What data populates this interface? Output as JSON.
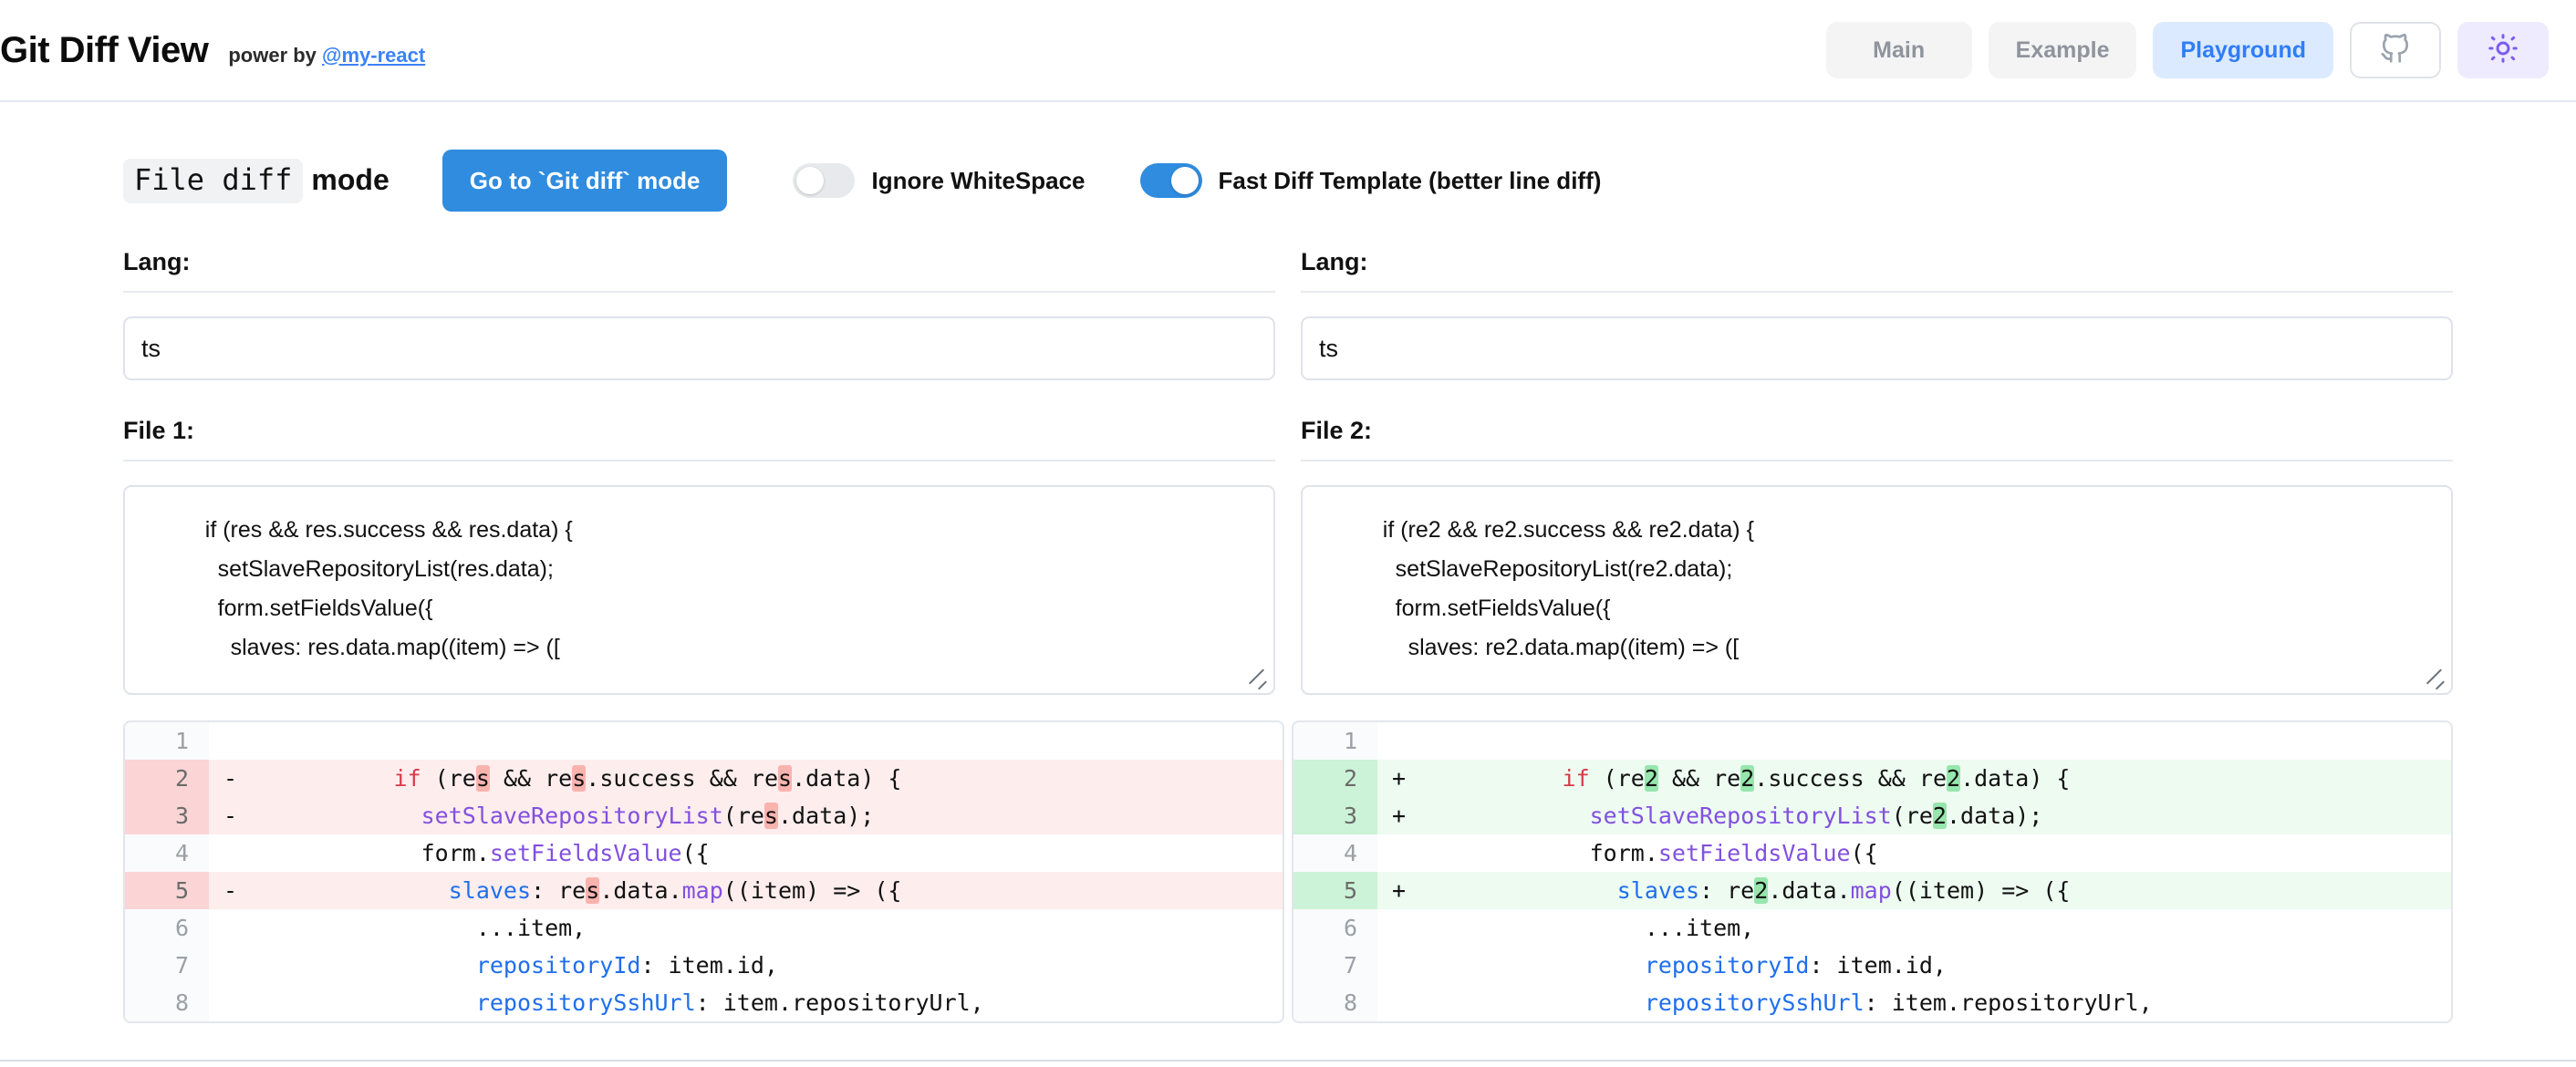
{
  "header": {
    "title": "Git Diff View",
    "power_by_text": "power by",
    "power_by_link": "@my-react",
    "nav": [
      {
        "label": "Main",
        "active": false,
        "name": "nav-main"
      },
      {
        "label": "Example",
        "active": false,
        "name": "nav-example"
      },
      {
        "label": "Playground",
        "active": true,
        "name": "nav-playground"
      }
    ],
    "github_icon": "github-icon",
    "theme_icon": "sun-icon",
    "accent_active_bg": "#dbeafe",
    "accent_active_fg": "#2f7df6",
    "theme_icon_color": "#7c5cf0"
  },
  "toolbar": {
    "mode_chip": "File diff",
    "mode_word": "mode",
    "switch_mode_button": "Go to `Git diff` mode",
    "toggles": [
      {
        "label": "Ignore WhiteSpace",
        "on": false,
        "name": "toggle-ignore-whitespace"
      },
      {
        "label": "Fast Diff Template (better line diff)",
        "on": true,
        "name": "toggle-fast-diff-template"
      }
    ]
  },
  "editors": {
    "left": {
      "lang_label": "Lang:",
      "lang_value": "ts",
      "file_label": "File 1:",
      "file_content": "    if (res && res.success && res.data) {\n      setSlaveRepositoryList(res.data);\n      form.setFieldsValue({\n        slaves: res.data.map((item) => (["
    },
    "right": {
      "lang_label": "Lang:",
      "lang_value": "ts",
      "file_label": "File 2:",
      "file_content": "    if (re2 && re2.success && re2.data) {\n      setSlaveRepositoryList(re2.data);\n      form.setFieldsValue({\n        slaves: re2.data.map((item) => (["
    }
  },
  "diff": {
    "left": {
      "lines": [
        {
          "num": "1",
          "sign": "",
          "type": "ctx",
          "tokens": []
        },
        {
          "num": "2",
          "sign": "-",
          "type": "del",
          "tokens": [
            {
              "t": "          ",
              "c": "pln"
            },
            {
              "t": "if",
              "c": "kw"
            },
            {
              "t": " (re",
              "c": "pln"
            },
            {
              "t": "s",
              "c": "pln",
              "hl": true
            },
            {
              "t": " && re",
              "c": "pln"
            },
            {
              "t": "s",
              "c": "pln",
              "hl": true
            },
            {
              "t": ".success && re",
              "c": "pln"
            },
            {
              "t": "s",
              "c": "pln",
              "hl": true
            },
            {
              "t": ".data) {",
              "c": "pln"
            }
          ]
        },
        {
          "num": "3",
          "sign": "-",
          "type": "del",
          "tokens": [
            {
              "t": "            ",
              "c": "pln"
            },
            {
              "t": "setSlaveRepositoryList",
              "c": "fn"
            },
            {
              "t": "(re",
              "c": "pln"
            },
            {
              "t": "s",
              "c": "pln",
              "hl": true
            },
            {
              "t": ".data);",
              "c": "pln"
            }
          ]
        },
        {
          "num": "4",
          "sign": "",
          "type": "ctx",
          "tokens": [
            {
              "t": "            form.",
              "c": "pln"
            },
            {
              "t": "setFieldsValue",
              "c": "fn"
            },
            {
              "t": "({",
              "c": "pln"
            }
          ]
        },
        {
          "num": "5",
          "sign": "-",
          "type": "del",
          "tokens": [
            {
              "t": "              ",
              "c": "pln"
            },
            {
              "t": "slaves",
              "c": "prop"
            },
            {
              "t": ": re",
              "c": "pln"
            },
            {
              "t": "s",
              "c": "pln",
              "hl": true
            },
            {
              "t": ".data.",
              "c": "pln"
            },
            {
              "t": "map",
              "c": "fn"
            },
            {
              "t": "((item) => ({",
              "c": "pln"
            }
          ]
        },
        {
          "num": "6",
          "sign": "",
          "type": "ctx",
          "tokens": [
            {
              "t": "                ...item,",
              "c": "pln"
            }
          ]
        },
        {
          "num": "7",
          "sign": "",
          "type": "ctx",
          "tokens": [
            {
              "t": "                ",
              "c": "pln"
            },
            {
              "t": "repositoryId",
              "c": "prop"
            },
            {
              "t": ": item.id,",
              "c": "pln"
            }
          ]
        },
        {
          "num": "8",
          "sign": "",
          "type": "ctx",
          "tokens": [
            {
              "t": "                ",
              "c": "pln"
            },
            {
              "t": "repositorySshUrl",
              "c": "prop"
            },
            {
              "t": ": item.repositoryUrl,",
              "c": "pln"
            }
          ]
        }
      ]
    },
    "right": {
      "lines": [
        {
          "num": "1",
          "sign": "",
          "type": "ctx",
          "tokens": []
        },
        {
          "num": "2",
          "sign": "+",
          "type": "add",
          "tokens": [
            {
              "t": "          ",
              "c": "pln"
            },
            {
              "t": "if",
              "c": "kw"
            },
            {
              "t": " (re",
              "c": "pln"
            },
            {
              "t": "2",
              "c": "pln",
              "hl": true
            },
            {
              "t": " && re",
              "c": "pln"
            },
            {
              "t": "2",
              "c": "pln",
              "hl": true
            },
            {
              "t": ".success && re",
              "c": "pln"
            },
            {
              "t": "2",
              "c": "pln",
              "hl": true
            },
            {
              "t": ".data) {",
              "c": "pln"
            }
          ]
        },
        {
          "num": "3",
          "sign": "+",
          "type": "add",
          "tokens": [
            {
              "t": "            ",
              "c": "pln"
            },
            {
              "t": "setSlaveRepositoryList",
              "c": "fn"
            },
            {
              "t": "(re",
              "c": "pln"
            },
            {
              "t": "2",
              "c": "pln",
              "hl": true
            },
            {
              "t": ".data);",
              "c": "pln"
            }
          ]
        },
        {
          "num": "4",
          "sign": "",
          "type": "ctx",
          "tokens": [
            {
              "t": "            form.",
              "c": "pln"
            },
            {
              "t": "setFieldsValue",
              "c": "fn"
            },
            {
              "t": "({",
              "c": "pln"
            }
          ]
        },
        {
          "num": "5",
          "sign": "+",
          "type": "add",
          "tokens": [
            {
              "t": "              ",
              "c": "pln"
            },
            {
              "t": "slaves",
              "c": "prop"
            },
            {
              "t": ": re",
              "c": "pln"
            },
            {
              "t": "2",
              "c": "pln",
              "hl": true
            },
            {
              "t": ".data.",
              "c": "pln"
            },
            {
              "t": "map",
              "c": "fn"
            },
            {
              "t": "((item) => ({",
              "c": "pln"
            }
          ]
        },
        {
          "num": "6",
          "sign": "",
          "type": "ctx",
          "tokens": [
            {
              "t": "                ...item,",
              "c": "pln"
            }
          ]
        },
        {
          "num": "7",
          "sign": "",
          "type": "ctx",
          "tokens": [
            {
              "t": "                ",
              "c": "pln"
            },
            {
              "t": "repositoryId",
              "c": "prop"
            },
            {
              "t": ": item.id,",
              "c": "pln"
            }
          ]
        },
        {
          "num": "8",
          "sign": "",
          "type": "ctx",
          "tokens": [
            {
              "t": "                ",
              "c": "pln"
            },
            {
              "t": "repositorySshUrl",
              "c": "prop"
            },
            {
              "t": ": item.repositoryUrl,",
              "c": "pln"
            }
          ]
        }
      ]
    }
  },
  "colors": {
    "keyword": "#d73a49",
    "function": "#8250df",
    "property": "#1f6feb",
    "del_gutter": "#fbd5d5",
    "del_bg": "#fdeded",
    "del_word": "#f9b3ae",
    "add_gutter": "#ccf3d7",
    "add_bg": "#edfbf1",
    "add_word": "#96e6ad",
    "primary_button": "#2f8cdf"
  }
}
